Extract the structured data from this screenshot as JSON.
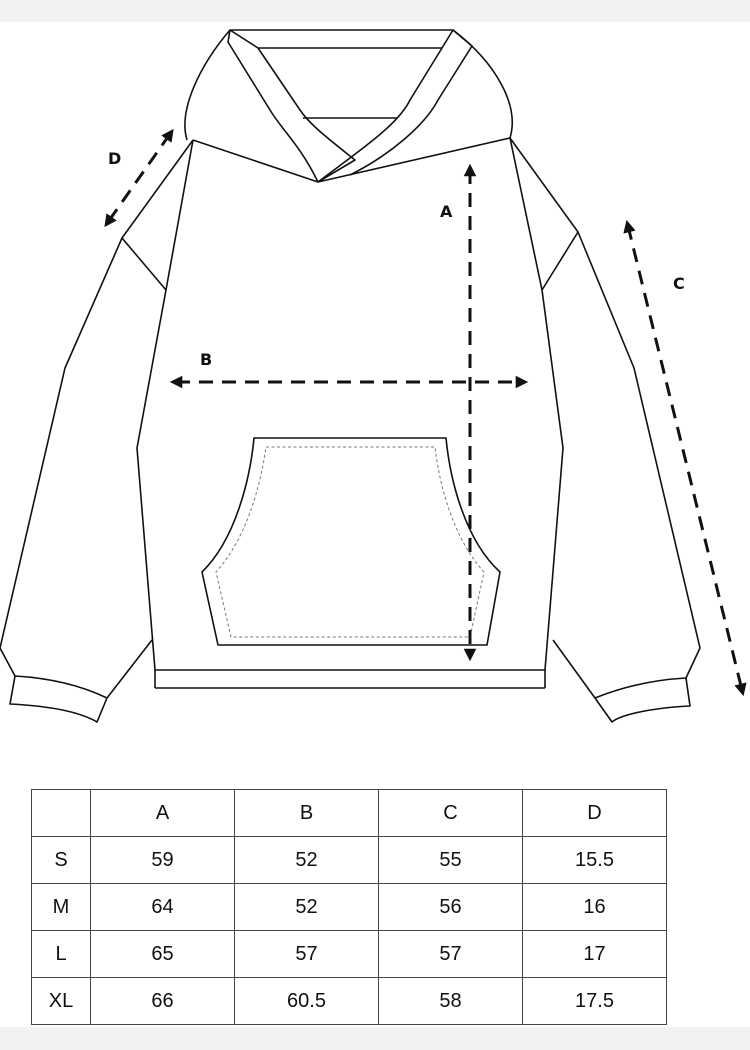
{
  "diagram": {
    "subject": "hoodie flat sketch with measurement guides",
    "measurement_labels": {
      "A": "A",
      "B": "B",
      "C": "C",
      "D": "D"
    },
    "measurement_meaning": {
      "A": "vertical length arrow (shoulder to hem)",
      "B": "horizontal chest width arrow",
      "C": "sleeve length arrow",
      "D": "shoulder width arrow"
    },
    "colors": {
      "line": "#111111",
      "background": "#ffffff",
      "page_margin": "#f2f2f2",
      "table_border": "#444444"
    }
  },
  "size_table": {
    "headers": [
      "",
      "A",
      "B",
      "C",
      "D"
    ],
    "rows": [
      {
        "size": "S",
        "A": "59",
        "B": "52",
        "C": "55",
        "D": "15.5"
      },
      {
        "size": "M",
        "A": "64",
        "B": "52",
        "C": "56",
        "D": "16"
      },
      {
        "size": "L",
        "A": "65",
        "B": "57",
        "C": "57",
        "D": "17"
      },
      {
        "size": "XL",
        "A": "66",
        "B": "60.5",
        "C": "58",
        "D": "17.5"
      }
    ]
  }
}
